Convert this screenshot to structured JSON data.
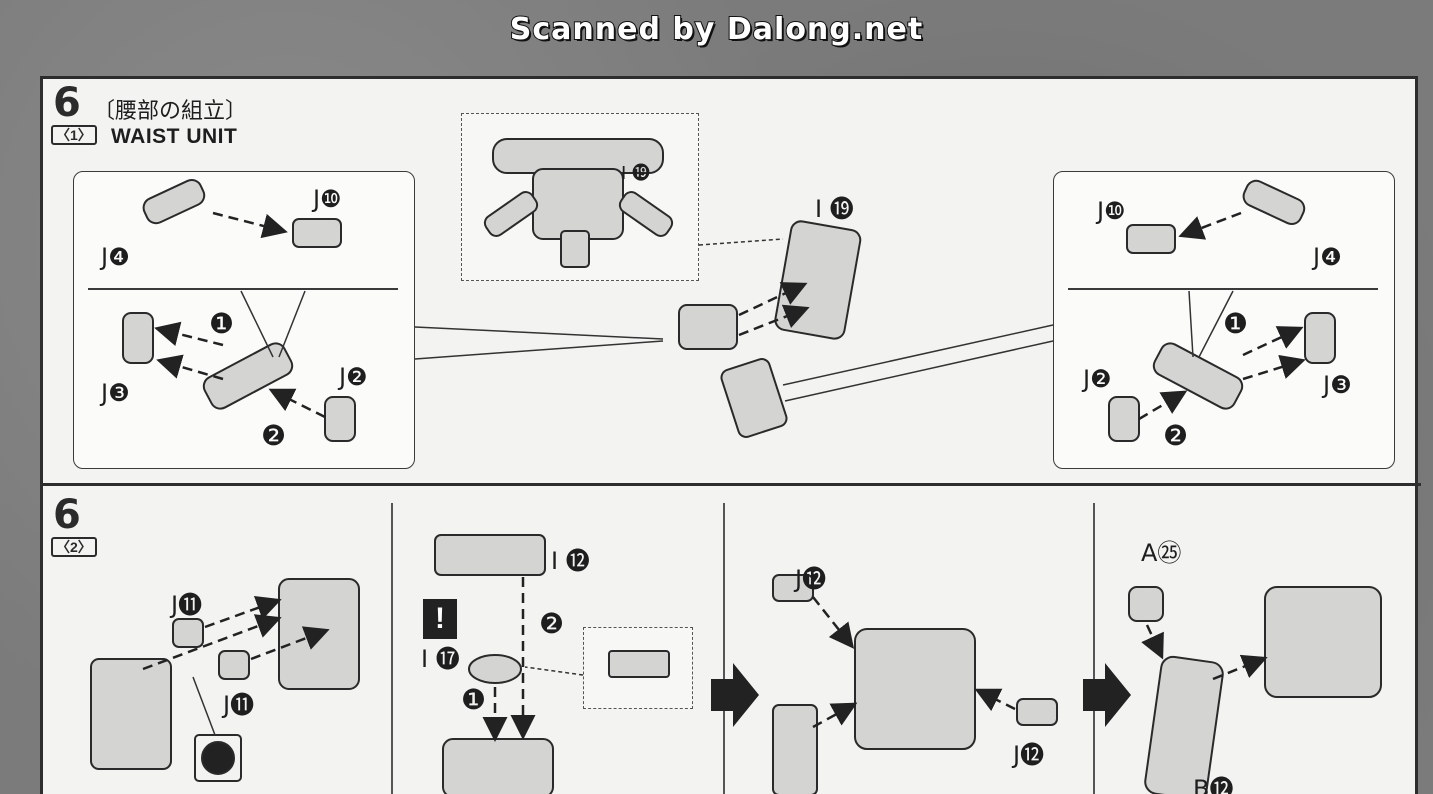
{
  "banner": "Scanned by Dalong.net",
  "step1": {
    "number": "6",
    "sub": "〈1〉",
    "title_jp": "〔腰部の組立〕",
    "title_en": "WAIST UNIT",
    "labels": {
      "i19_zoom": "I ⓳",
      "i19": "I ⓳",
      "left_j10": "J❿",
      "left_j4": "J❹",
      "left_j3": "J❸",
      "left_j2": "J❷",
      "right_j10": "J❿",
      "right_j4": "J❹",
      "right_j2": "J❷",
      "right_j3": "J❸"
    },
    "order_marks": [
      "❶",
      "❷"
    ]
  },
  "step2": {
    "number": "6",
    "sub": "〈2〉",
    "warning": "!",
    "labels": {
      "j11_a": "J⓫",
      "j11_b": "J⓫",
      "i12": "I ⓬",
      "i17": "I ⓱",
      "j12_a": "J⓬",
      "j12_b": "J⓬",
      "a25": "A㉕",
      "b12": "B⓬"
    },
    "order_marks": [
      "❶",
      "❷"
    ]
  },
  "colors": {
    "paper": "#f3f3f1",
    "ink": "#2d2d2d",
    "background": "#7b7b7b"
  }
}
